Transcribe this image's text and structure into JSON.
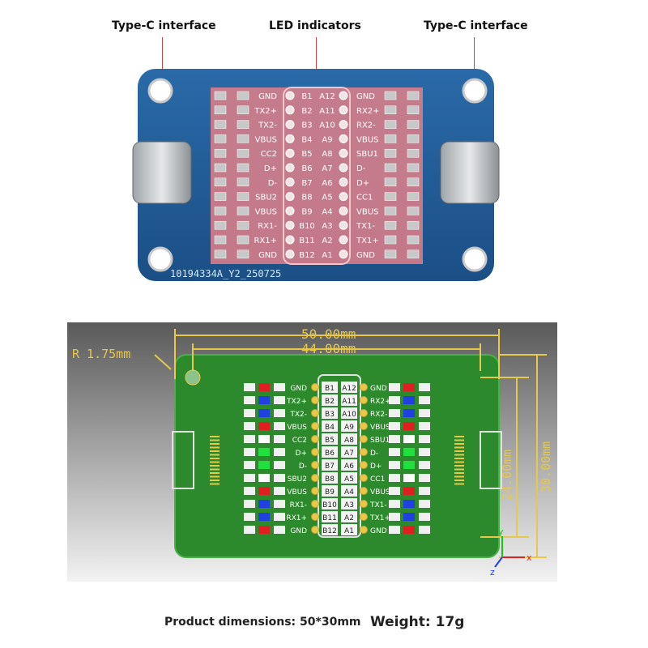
{
  "callouts": {
    "left": "Type-C interface",
    "center": "LED indicators",
    "right": "Type-C interface"
  },
  "top_board": {
    "silk_code": "10194334A_Y2_250725",
    "left_signals": [
      "GND",
      "TX2+",
      "TX2-",
      "VBUS",
      "CC2",
      "D+",
      "D-",
      "SBU2",
      "VBUS",
      "RX1-",
      "RX1+",
      "GND"
    ],
    "right_signals": [
      "GND",
      "RX2+",
      "RX2-",
      "VBUS",
      "SBU1",
      "D-",
      "D+",
      "CC1",
      "VBUS",
      "TX1-",
      "TX1+",
      "GND"
    ],
    "b_pins": [
      "B1",
      "B2",
      "B3",
      "B4",
      "B5",
      "B6",
      "B7",
      "B8",
      "B9",
      "B10",
      "B11",
      "B12"
    ],
    "a_pins": [
      "A12",
      "A11",
      "A10",
      "A9",
      "A8",
      "A7",
      "A6",
      "A5",
      "A4",
      "A3",
      "A2",
      "A1"
    ]
  },
  "bottom_render": {
    "dim_width_outer": "50.00mm",
    "dim_width_inner": "44.00mm",
    "dim_height_inner": "24.00mm",
    "dim_height_outer": "30.00mm",
    "radius_label": "R 1.75mm",
    "left_signals": [
      "GND",
      "TX2+",
      "TX2-",
      "VBUS",
      "CC2",
      "D+",
      "D-",
      "SBU2",
      "VBUS",
      "RX1-",
      "RX1+",
      "GND"
    ],
    "right_signals": [
      "GND",
      "RX2+",
      "RX2-",
      "VBUS",
      "SBU1",
      "D-",
      "D+",
      "CC1",
      "VBUS",
      "TX1-",
      "TX1+",
      "GND"
    ],
    "b_pins": [
      "B1",
      "B2",
      "B3",
      "B4",
      "B5",
      "B6",
      "B7",
      "B8",
      "B9",
      "B10",
      "B11",
      "B12"
    ],
    "a_pins": [
      "A12",
      "A11",
      "A10",
      "A9",
      "A8",
      "A7",
      "A6",
      "A5",
      "A4",
      "A3",
      "A2",
      "A1"
    ],
    "axis_x": "x",
    "axis_y": "y",
    "axis_z": "z"
  },
  "footer": {
    "dimensions": "Product dimensions: 50*30mm",
    "weight": "Weight: 17g"
  },
  "colors": {
    "pcb_blue": "#1f5a96",
    "copper_pink": "#e0808a",
    "pcb_green": "#2c8a2c",
    "silkscreen_yellow": "#e8c84a",
    "led_red": "#e02020",
    "led_blue": "#2040e0",
    "led_green": "#20e040"
  }
}
